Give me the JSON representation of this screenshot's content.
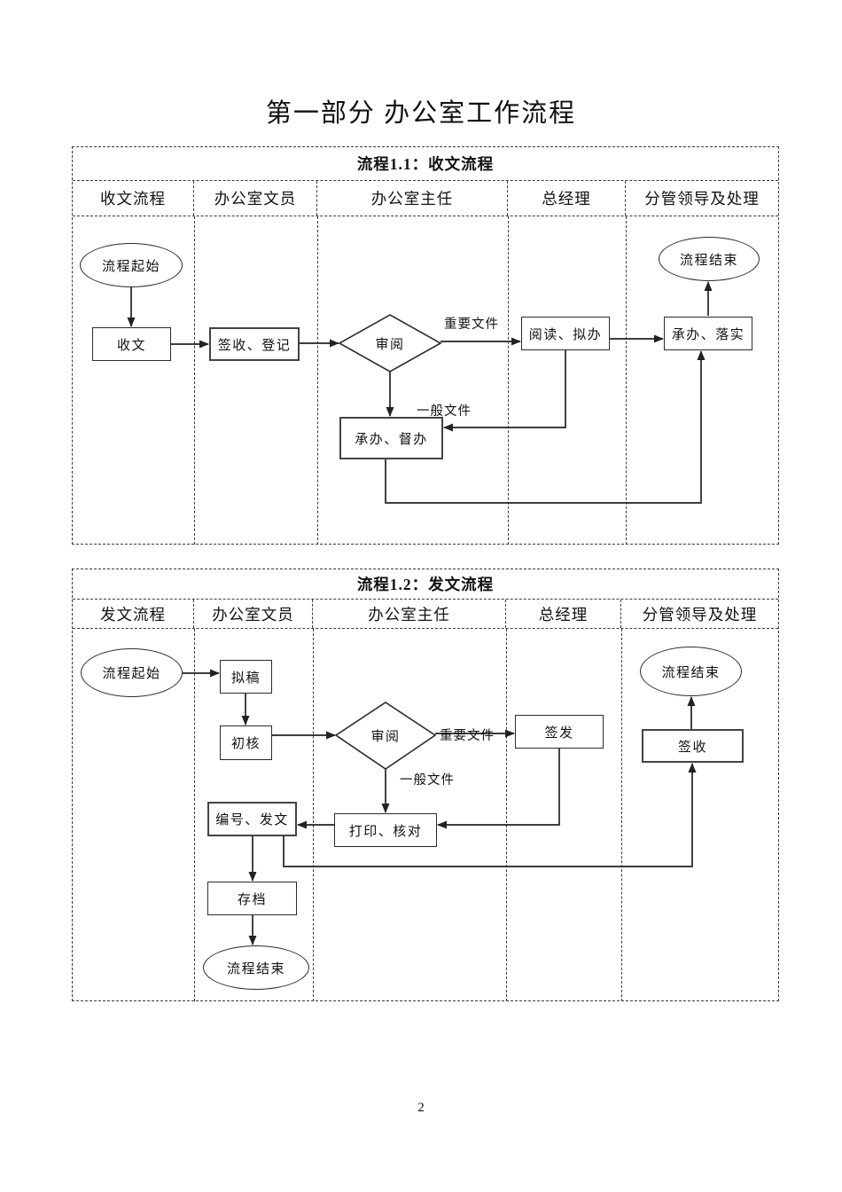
{
  "page": {
    "title": "第一部分 办公室工作流程",
    "page_number": "2"
  },
  "chart1": {
    "title": "流程1.1：收文流程",
    "lanes": [
      "收文流程",
      "办公室文员",
      "办公室主任",
      "总经理",
      "分管领导及处理"
    ],
    "nodes": {
      "start": "流程起始",
      "receive": "收文",
      "sign_register": "签收、登记",
      "review": "审阅",
      "read_propose": "阅读、拟办",
      "handle_implement": "承办、落实",
      "end": "流程结束",
      "handle_supervise": "承办、督办"
    },
    "labels": {
      "important": "重要文件",
      "general": "一般文件"
    }
  },
  "chart2": {
    "title": "流程1.2：发文流程",
    "lanes": [
      "发文流程",
      "办公室文员",
      "办公室主任",
      "总经理",
      "分管领导及处理"
    ],
    "nodes": {
      "start": "流程起始",
      "draft": "拟稿",
      "first_check": "初核",
      "review": "审阅",
      "issue_sign": "签发",
      "sign_receive": "签收",
      "end_top": "流程结束",
      "print_check": "打印、核对",
      "number_issue": "编号、发文",
      "archive": "存档",
      "end_bottom": "流程结束"
    },
    "labels": {
      "important": "重要文件",
      "general": "一般文件"
    }
  }
}
